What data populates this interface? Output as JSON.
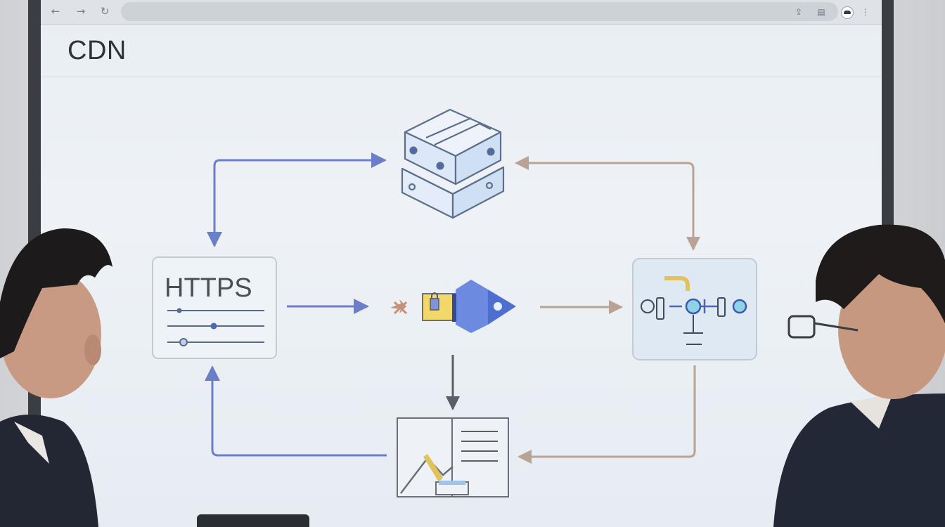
{
  "browser": {
    "back_icon": "arrow-left-icon",
    "forward_icon": "arrow-right-icon",
    "reload_icon": "reload-icon",
    "toolbar_icons": [
      "share-icon",
      "reading-list-icon",
      "profile-avatar",
      "more-menu-icon"
    ]
  },
  "page": {
    "title": "CDN"
  },
  "diagram": {
    "nodes": {
      "server_stack": {
        "icon": "server-stack-icon"
      },
      "https_box": {
        "label": "HTTPS",
        "icon": "sliders-icon"
      },
      "center_shield": {
        "icon": "secure-connection-icon"
      },
      "edge_box": {
        "icon": "network-pipeline-icon"
      },
      "content_box": {
        "icon": "image-document-icon"
      }
    },
    "colors": {
      "blue_arrow": "#6b7fc8",
      "tan_arrow": "#b8a394",
      "dark_arrow": "#5a5f66",
      "accent_yellow": "#f2d76a",
      "accent_blue": "#6b8ae0",
      "accent_cyan": "#8fd3e8"
    }
  }
}
